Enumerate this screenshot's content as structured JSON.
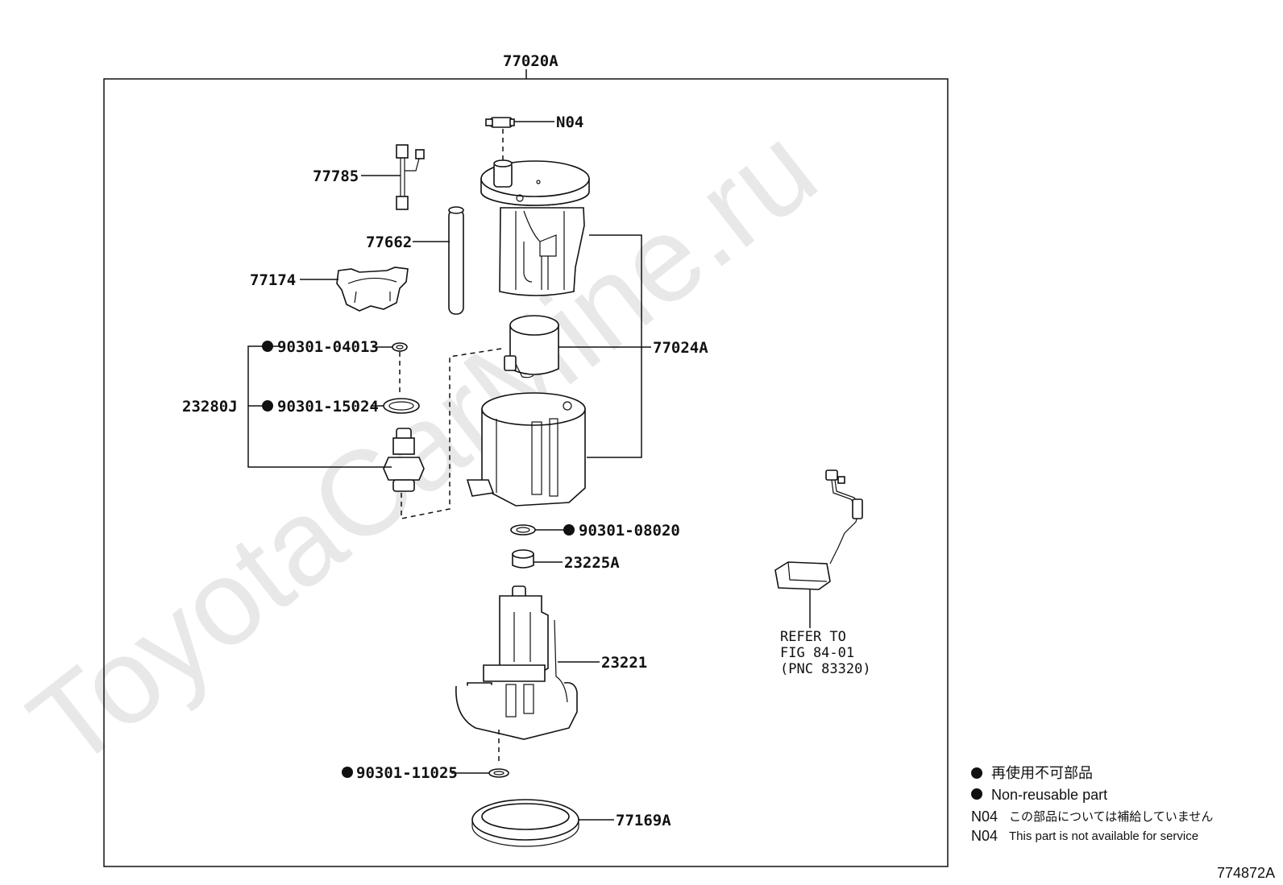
{
  "watermark": "ToyotaCarMine.ru",
  "figure_id": "774872A",
  "assembly": {
    "label": "77020A"
  },
  "labels": {
    "n04": "N04",
    "p77785": "77785",
    "p77662": "77662",
    "p77174": "77174",
    "p77024A": "77024A",
    "p23280J": "23280J",
    "p90301_04013": "90301-04013",
    "p90301_15024": "90301-15024",
    "p90301_08020": "90301-08020",
    "p23225A": "23225A",
    "p23221": "23221",
    "p90301_11025": "90301-11025",
    "p77169A": "77169A"
  },
  "refer": {
    "line1": "REFER TO",
    "line2": "FIG 84-01",
    "line3": "(PNC 83320)"
  },
  "legend": {
    "nonreusable_jp": "再使用不可部品",
    "nonreusable_en": "Non-reusable part",
    "n04_code": "N04",
    "n04_jp": "この部品については補給していません",
    "n04_en": "This part is not available for service"
  }
}
